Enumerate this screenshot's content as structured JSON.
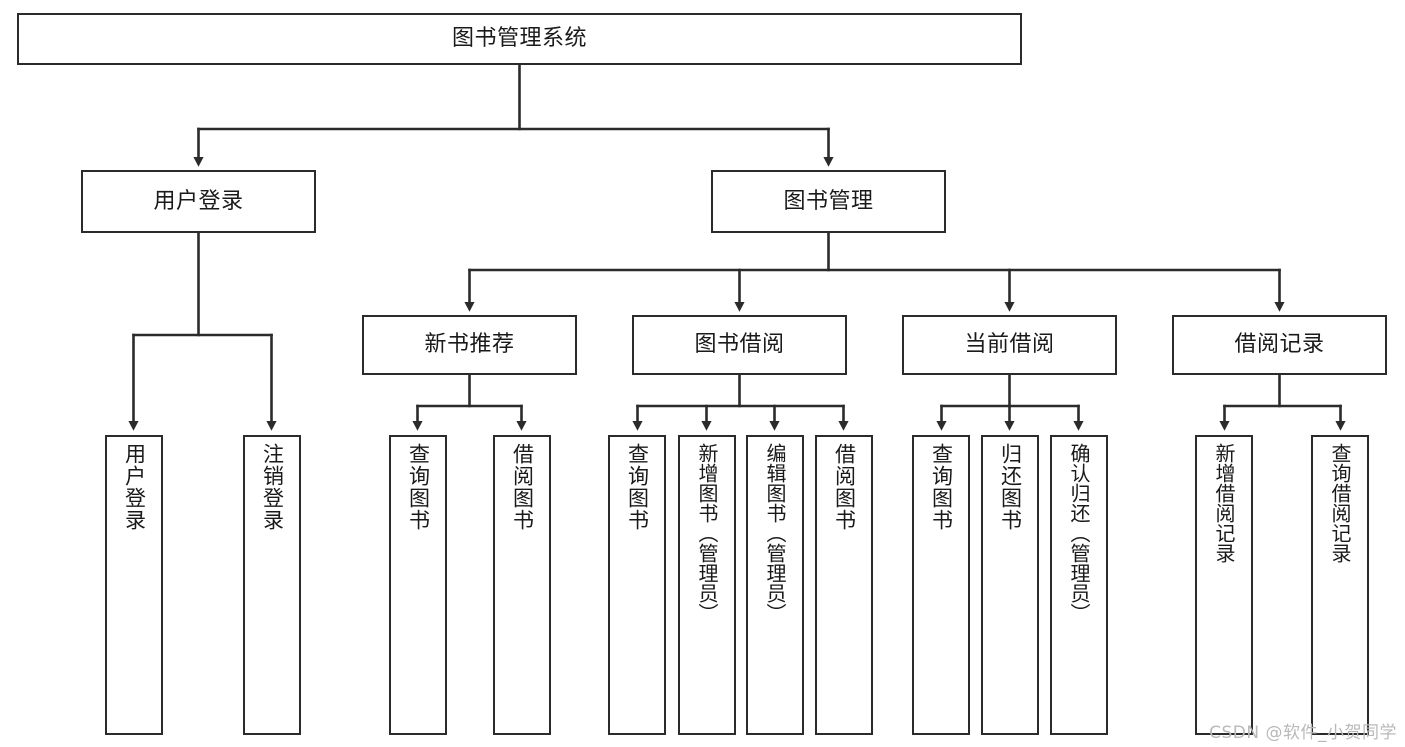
{
  "diagram": {
    "title": "图书管理系统",
    "type": "tree",
    "watermark": "CSDN @软件_小贺同学",
    "colors": {
      "background": "#ffffff",
      "stroke": "#2b2b2b",
      "text": "#1a1a1a",
      "watermark": "#b9b9b9"
    },
    "levels": {
      "root": {
        "label": "图书管理系统"
      },
      "level2": [
        {
          "label": "用户登录"
        },
        {
          "label": "图书管理"
        }
      ],
      "level3": [
        {
          "label": "新书推荐"
        },
        {
          "label": "图书借阅"
        },
        {
          "label": "当前借阅"
        },
        {
          "label": "借阅记录"
        }
      ],
      "leaves": {
        "user_login": [
          {
            "label": "用户登录"
          },
          {
            "label": "注销登录"
          }
        ],
        "new_book_recommend": [
          {
            "label": "查询图书"
          },
          {
            "label": "借阅图书"
          }
        ],
        "book_borrow": [
          {
            "label": "查询图书"
          },
          {
            "label": "新增图书（管理员）"
          },
          {
            "label": "编辑图书（管理员）"
          },
          {
            "label": "借阅图书"
          }
        ],
        "current_borrow": [
          {
            "label": "查询图书"
          },
          {
            "label": "归还图书"
          },
          {
            "label": "确认归还（管理员）"
          }
        ],
        "borrow_record": [
          {
            "label": "新增借阅记录"
          },
          {
            "label": "查询借阅记录"
          }
        ]
      }
    }
  }
}
